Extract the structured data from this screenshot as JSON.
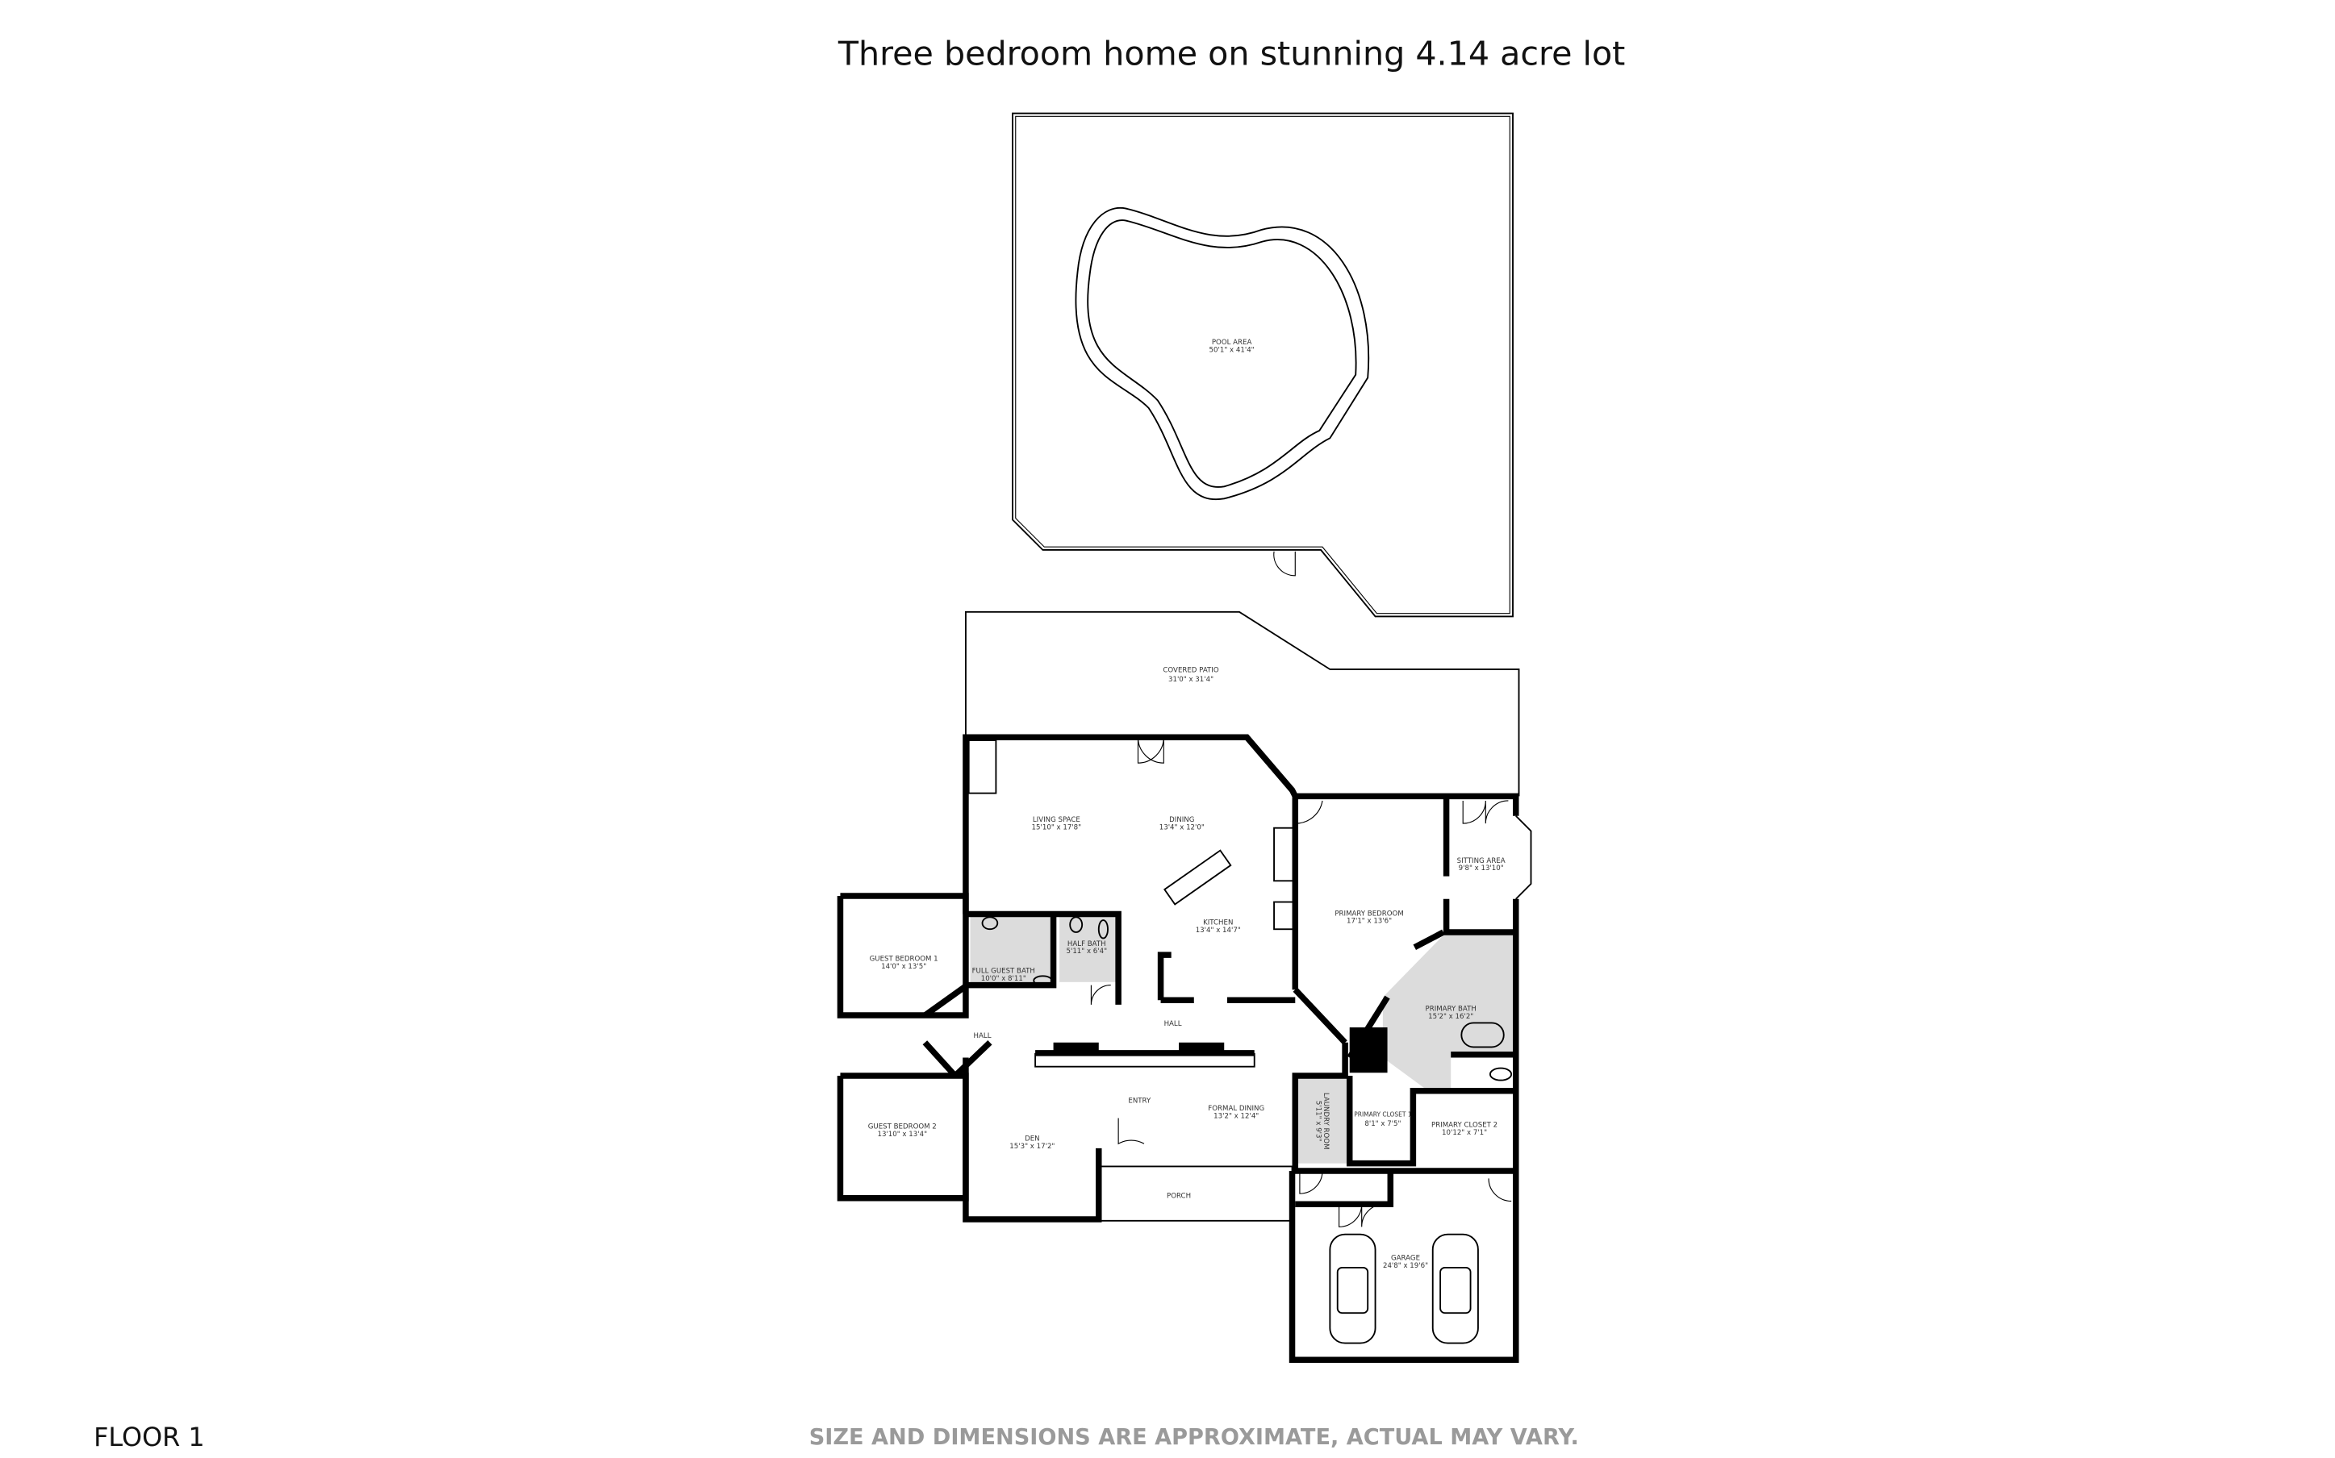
{
  "title": "Three bedroom home on stunning 4.14 acre lot",
  "floor_label": "FLOOR 1",
  "disclaimer": "SIZE AND DIMENSIONS ARE APPROXIMATE, ACTUAL MAY VARY.",
  "rooms": {
    "pool_area": {
      "name": "POOL AREA",
      "dims": "50'1\" x 41'4\""
    },
    "covered_patio": {
      "name": "COVERED PATIO",
      "dims": "31'0\" x 31'4\""
    },
    "living_space": {
      "name": "LIVING SPACE",
      "dims": "15'10\" x 17'8\""
    },
    "dining": {
      "name": "DINING",
      "dims": "13'4\" x 12'0\""
    },
    "kitchen": {
      "name": "KITCHEN",
      "dims": "13'4\" x 14'7\""
    },
    "sitting_area": {
      "name": "SITTING AREA",
      "dims": "9'8\" x 13'10\""
    },
    "primary_bedroom": {
      "name": "PRIMARY BEDROOM",
      "dims": "17'1\" x 13'6\""
    },
    "primary_bath": {
      "name": "PRIMARY BATH",
      "dims": "15'2\" x 16'2\""
    },
    "half_bath": {
      "name": "HALF BATH",
      "dims": "5'11\" x 6'4\""
    },
    "full_guest_bath": {
      "name": "FULL GUEST BATH",
      "dims": "10'0\" x 8'11\""
    },
    "guest_bedroom_1": {
      "name": "GUEST BEDROOM 1",
      "dims": "14'0\" x 13'5\""
    },
    "guest_bedroom_2": {
      "name": "GUEST BEDROOM 2",
      "dims": "13'10\" x 13'4\""
    },
    "hall_west": {
      "name": "HALL"
    },
    "hall_center": {
      "name": "HALL"
    },
    "entry": {
      "name": "ENTRY"
    },
    "formal_dining": {
      "name": "FORMAL DINING",
      "dims": "13'2\" x 12'4\""
    },
    "den": {
      "name": "DEN",
      "dims": "15'3\" x 17'2\""
    },
    "porch": {
      "name": "PORCH"
    },
    "laundry_room": {
      "name": "LAUNDRY ROOM",
      "dims": "5'11\" x 9'3\""
    },
    "primary_closet_1": {
      "name": "PRIMARY CLOSET 1",
      "dims": "8'1\" x 7'5\""
    },
    "primary_closet_2": {
      "name": "PRIMARY CLOSET 2",
      "dims": "10'12\" x 7'1\""
    },
    "garage": {
      "name": "GARAGE",
      "dims": "24'8\" x 19'6\""
    }
  },
  "colors": {
    "wet_room_fill": "#dcdcdc",
    "disclaimer_text": "#9a9a9a"
  }
}
